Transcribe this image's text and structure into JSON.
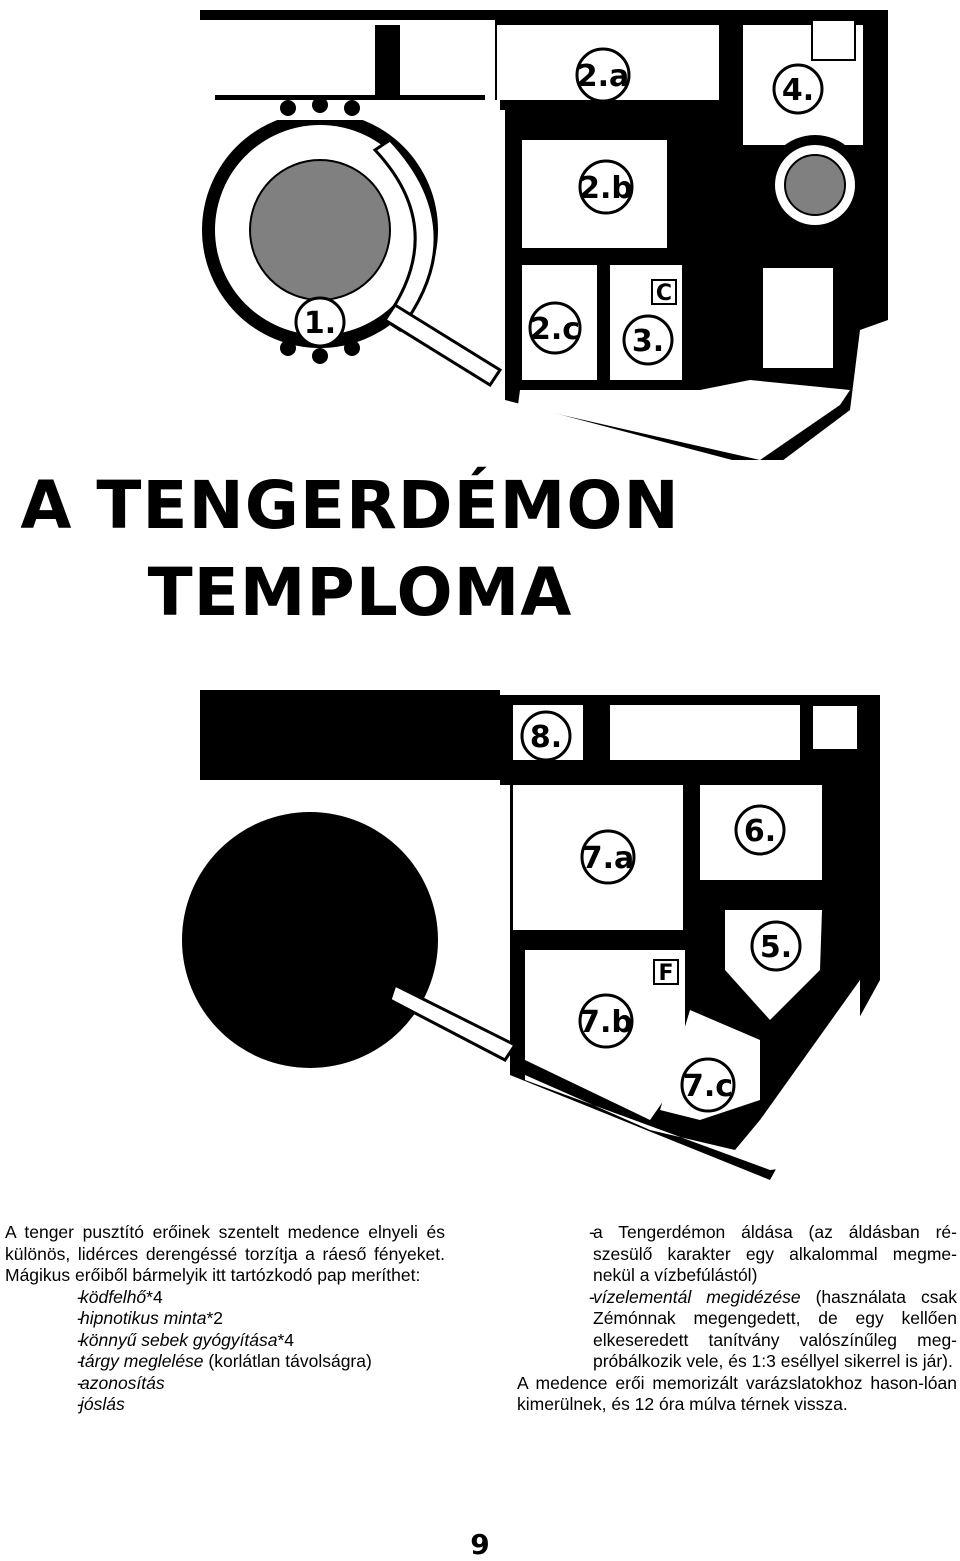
{
  "title": {
    "line1": "A TENGERDÉMON",
    "line2": "TEMPLOMA"
  },
  "maps": {
    "upper_level": {
      "room_labels": [
        "1.",
        "2.a",
        "2.b",
        "2.c",
        "3.",
        "4."
      ],
      "letter_markers": [
        "C"
      ]
    },
    "lower_level": {
      "room_labels": [
        "5.",
        "6.",
        "7.a",
        "7.b",
        "7.c",
        "8."
      ],
      "letter_markers": [
        "F"
      ]
    }
  },
  "left_column": {
    "intro": "A tenger pusztító erőinek szentelt medence elnyeli és különös, lidérces derengéssé torzítja a ráeső fényeket. Mágikus erőiből bármelyik itt tartózkodó pap meríthet:",
    "items": [
      {
        "dash": "-",
        "em": "ködfelhő",
        "rest": "*4"
      },
      {
        "dash": "-",
        "em": "hipnotikus minta",
        "rest": "*2"
      },
      {
        "dash": "-",
        "em": "könnyű sebek gyógyítása",
        "rest": "*4"
      },
      {
        "dash": "-",
        "em": "tárgy meglelése",
        "rest": " (korlátlan távolságra)"
      },
      {
        "dash": "-",
        "em": "azonosítás",
        "rest": ""
      },
      {
        "dash": "-",
        "em": "jóslás",
        "rest": ""
      }
    ]
  },
  "right_column": {
    "items": [
      {
        "dash": "-",
        "em": "",
        "rest": "a Tengerdémon áldása (az áldásban ré-szesülő karakter egy alkalommal megme-nekül a vízbefúlástól)"
      },
      {
        "dash": "-",
        "em": "vízelementál megidézése",
        "rest": " (használata csak Zémónnak megengedett, de egy kellően elkeseredett tanítvány valószínűleg meg-próbálkozik vele, és 1:3 eséllyel sikerrel is jár)."
      }
    ],
    "outro": "A medence erői memorizált varázslatokhoz hason-lóan kimerülnek, és 12 óra múlva térnek vissza."
  },
  "page_number": "9"
}
